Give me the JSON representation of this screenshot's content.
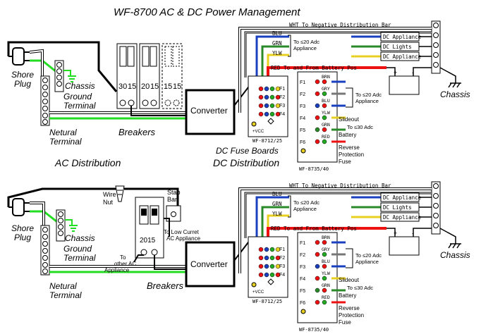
{
  "title": "WF-8700 AC & DC Power Management",
  "colors": {
    "hot": "#000000",
    "neutral": "#ffffff",
    "ground": "#22dd22",
    "red": "#ee1111",
    "blue": "#1a3fbf",
    "green": "#2a8a2a",
    "yellow": "#e8d020",
    "dim": "#999999"
  },
  "top": {
    "shore_plug": "Shore\nPlug",
    "chassis": "Chassis",
    "ground_terminal": "Ground\nTerminal",
    "neutral_terminal": "Netural\nTerminal",
    "breakers_label": "Breakers",
    "breaker_values": [
      "30",
      "15",
      "20",
      "15",
      "15",
      "15"
    ],
    "converter": "Converter",
    "ac_distribution": "AC Distribution",
    "dc_fuse_boards": "DC Fuse Boards",
    "dc_distribution": "DC Distribution"
  },
  "bottom": {
    "shore_plug": "Shore\nPlug",
    "chassis": "Chassis",
    "ground_terminal": "Ground\nTerminal",
    "neutral_terminal": "Netural\nTerminal",
    "wire_nut": "Wire\nNut",
    "stab_bar": "Stab\nBar",
    "breaker_value": "2015",
    "low_current": "To Low Curret\nAC Appliance",
    "other_ac": "To\nother AC\nAppliance",
    "breakers_label": "Breakers",
    "converter": "Converter"
  },
  "dc": {
    "wht_neg": "WHT To Negative Distribution Bar",
    "blu": "BLU",
    "grn": "GRN",
    "ylw": "YLW",
    "to_20adc": "To ≤20 Adc\nAppliance",
    "to_30adc": "To ≤30 Adc",
    "battery": "Battery",
    "dc_appliance": "DC Appliance",
    "dc_lights": "DC Lights",
    "red_battery": "RED To and From Battery Pos",
    "slideout": "Slideout",
    "reverse": "Reverse\nProtection\nFuse",
    "board_a": "WF-8712/25",
    "board_b": "WF-8735/40",
    "chassis": "Chassis",
    "fuse_labels": [
      "F1",
      "F2",
      "F3",
      "F4",
      "F5",
      "F6"
    ],
    "wire_labels": [
      "BRN",
      "GRY",
      "BLU",
      "YLW",
      "GRN",
      "RED"
    ],
    "vcc": "+VCC"
  }
}
